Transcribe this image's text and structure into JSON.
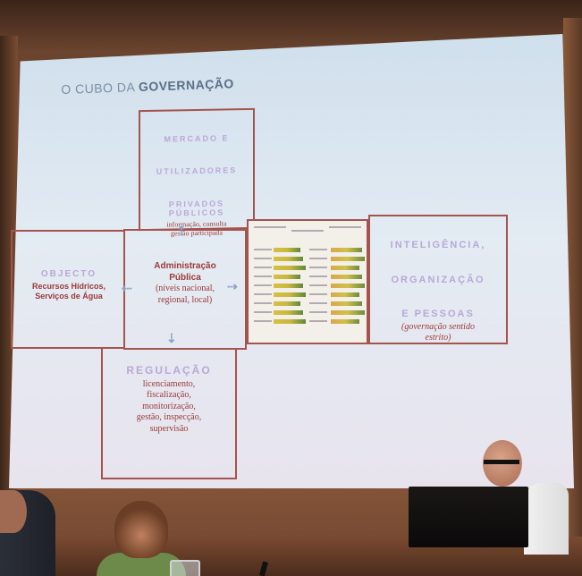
{
  "slide": {
    "title_prefix": "O CUBO DA ",
    "title_bold": "GOVERNAÇÃO",
    "top": {
      "heading": [
        "MERCADO E",
        "UTILIZADORES",
        "PRIVADOS",
        "PÚBLICOS"
      ],
      "body": [
        "informação, consulta",
        "gestão participada"
      ]
    },
    "left": {
      "heading": "OBJECTO",
      "body": [
        "Recursos Hídricos,",
        "Serviços de Água"
      ]
    },
    "center": {
      "heading": [
        "Administração",
        "Pública"
      ],
      "body": [
        "(níveis nacional,",
        "regional, local)"
      ]
    },
    "right": {
      "heading": [
        "INTELIGÊNCIA,",
        "ORGANIZAÇÃO",
        "E PESSOAS"
      ],
      "body": [
        "(governação sentido",
        "estrito)"
      ]
    },
    "bottom": {
      "heading": "REGULAÇÃO",
      "body": [
        "licenciamento,",
        "fiscalização,",
        "monitorização,",
        "gestão, inspecção,",
        "supervisão"
      ]
    },
    "arrows": {
      "up": "⇡",
      "down": "⇣",
      "left": "⇠",
      "right": "⇢"
    }
  },
  "colors": {
    "cell_border": "#a4544e",
    "heading": "#b9a8d6",
    "body": "#9a3a38"
  }
}
